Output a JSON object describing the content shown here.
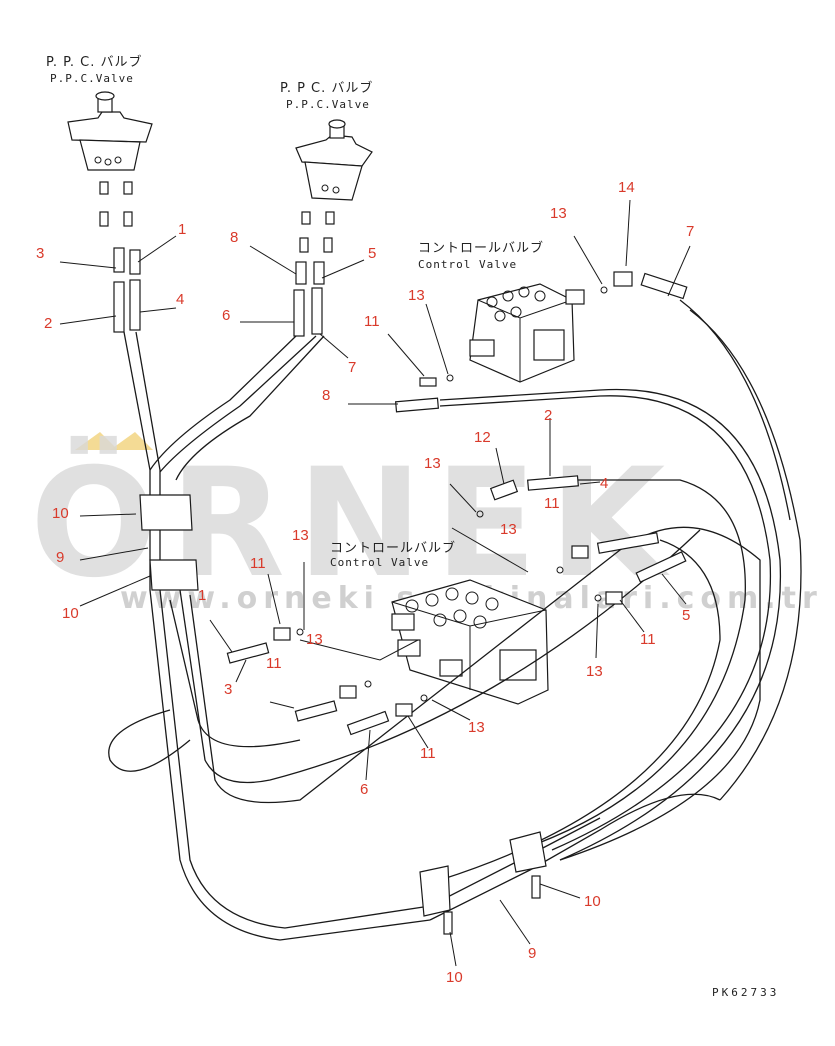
{
  "labels": {
    "ppc_valve_left_jp": "P. P. C. バルブ",
    "ppc_valve_left_en": "P.P.C.Valve",
    "ppc_valve_right_jp": "P. P C. バルブ",
    "ppc_valve_right_en": "P.P.C.Valve",
    "control_valve_top_jp": "コントロールバルブ",
    "control_valve_top_en": "Control Valve",
    "control_valve_bottom_jp": "コントロールバルブ",
    "control_valve_bottom_en": "Control Valve",
    "drawing_code": "PK62733"
  },
  "watermark": {
    "brand": "ÖRNEK",
    "url": "www.orneki smakinalari.com.tr",
    "color": "#d9d9d9"
  },
  "callouts": [
    "3",
    "1",
    "2",
    "4",
    "8",
    "5",
    "6",
    "7",
    "13",
    "14",
    "7",
    "13",
    "11",
    "8",
    "2",
    "12",
    "13",
    "4",
    "11",
    "13",
    "10",
    "9",
    "10",
    "13",
    "11",
    "1",
    "11",
    "3",
    "13",
    "11",
    "5",
    "13",
    "6",
    "13",
    "11",
    "10",
    "9",
    "10"
  ],
  "colors": {
    "callout": "#d93a2b",
    "line": "#1a1a1a",
    "background": "#ffffff"
  }
}
